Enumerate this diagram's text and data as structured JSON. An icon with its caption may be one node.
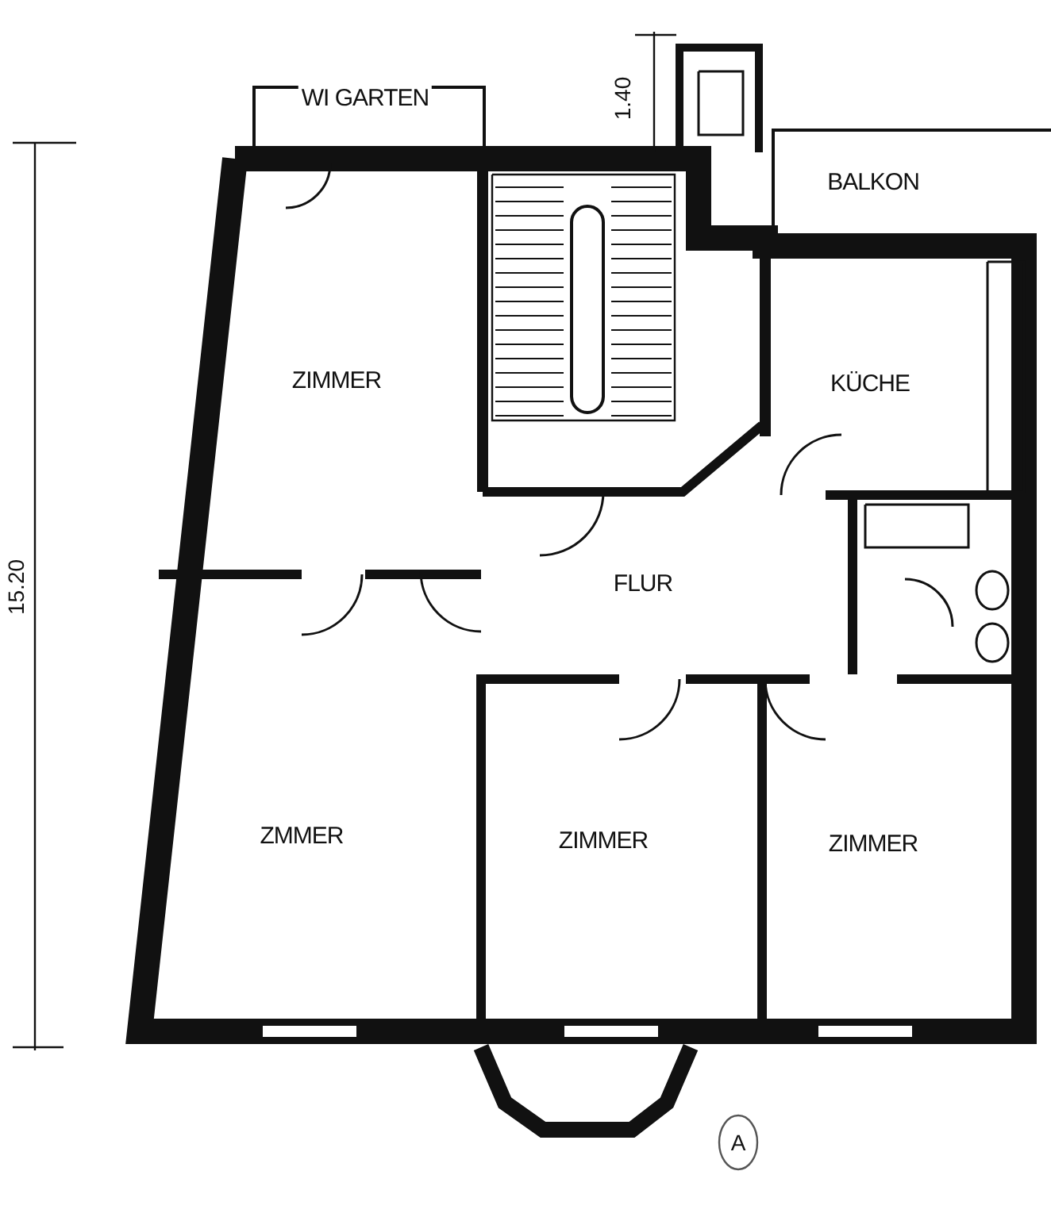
{
  "diagram": {
    "nodes": [
      {
        "text": [
          "WI GARTEN"
        ]
      },
      {
        "text": [
          "BALKON"
        ]
      },
      {
        "text": [
          "ZIMMER"
        ]
      },
      {
        "text": [
          "KÜCHE"
        ]
      },
      {
        "text": [
          "FLUR"
        ]
      },
      {
        "text": [
          "ZMMER"
        ]
      },
      {
        "text": [
          "ZIMMER"
        ]
      },
      {
        "text": [
          "ZIMMER"
        ]
      }
    ],
    "labels": [
      "1.40",
      "15.20",
      "A"
    ]
  }
}
